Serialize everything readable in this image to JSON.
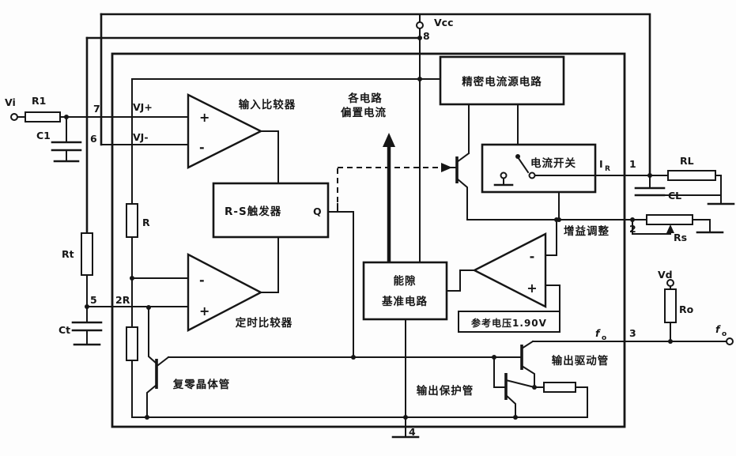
{
  "diagram_title": "V-F converter IC internal block diagram",
  "colors": {
    "ink": "#161616",
    "background": "#fdfdfd"
  },
  "labels": {
    "vi": "Vi",
    "r1": "R1",
    "c1": "C1",
    "rt": "Rt",
    "ct": "Ct",
    "pin1": "1",
    "pin2": "2",
    "pin3": "3",
    "pin4": "4",
    "pin5": "5",
    "pin6": "6",
    "pin7": "7",
    "pin8": "8",
    "vcc": "Vcc",
    "vj_plus": "VJ+",
    "vj_minus": "VJ-",
    "r": "R",
    "two_r": "2R",
    "plus": "+",
    "minus": "-",
    "input_comparator": "输入比较器",
    "rs_flipflop": "R-S触发器",
    "q": "Q",
    "timing_comparator": "定时比较器",
    "reset_transistor": "复零晶体管",
    "bias_line1": "各电路",
    "bias_line2": "偏置电流",
    "bandgap_line1": "能隙",
    "bandgap_line2": "基准电路",
    "precision_current_source": "精密电流源电路",
    "current_switch": "电流开关",
    "ir_main": "I",
    "ir_sub": "R",
    "gain_adjust": "增益调整",
    "reference_voltage": "参考电压1.90V",
    "output_protector": "输出保护管",
    "output_driver": "输出驱动管",
    "fo_main": "f",
    "fo_sub": "o",
    "rl": "RL",
    "cl": "CL",
    "rs": "Rs",
    "vd": "Vd",
    "ro": "Ro"
  }
}
